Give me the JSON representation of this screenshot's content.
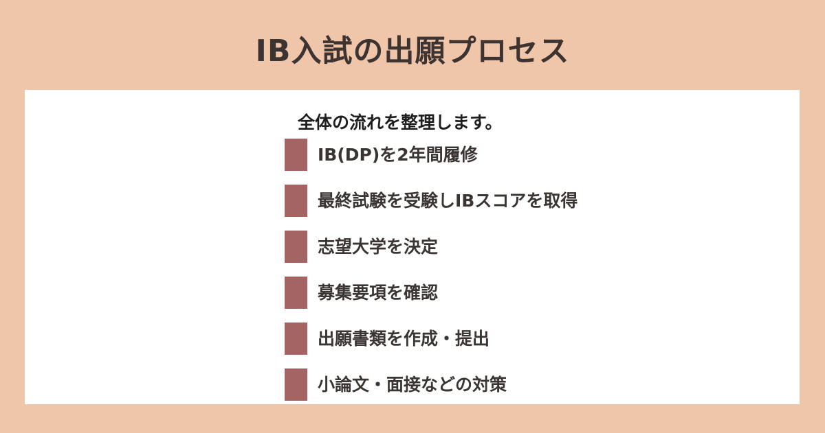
{
  "title": "IB入試の出願プロセス",
  "intro": "全体の流れを整理します。",
  "colors": {
    "background": "#f0c6aa",
    "panel": "#ffffff",
    "marker": "#a46464",
    "text": "#3a3432"
  },
  "steps": [
    {
      "label": "IB(DP)を2年間履修"
    },
    {
      "label": "最終試験を受験しIBスコアを取得"
    },
    {
      "label": "志望大学を決定"
    },
    {
      "label": "募集要項を確認"
    },
    {
      "label": "出願書類を作成・提出"
    },
    {
      "label": "小論文・面接などの対策"
    }
  ]
}
